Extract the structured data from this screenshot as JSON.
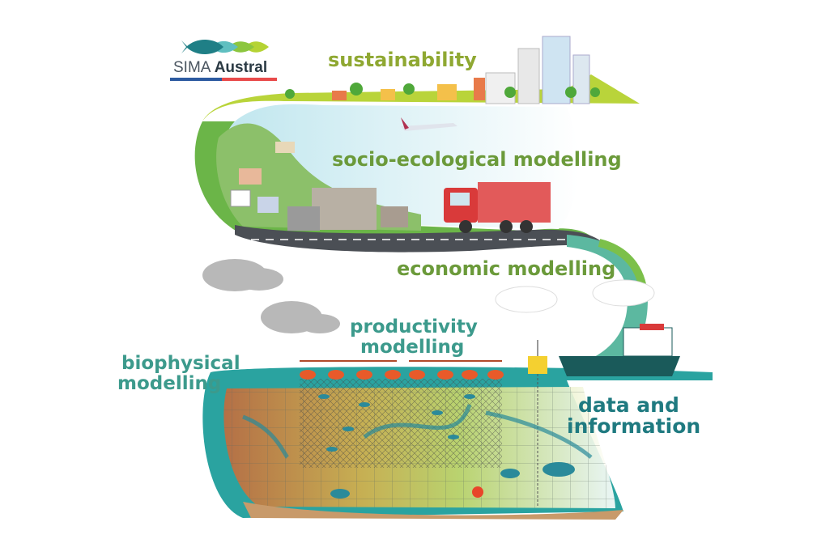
{
  "logo": {
    "name_light": "SIMA",
    "name_bold": "Austral",
    "colors": [
      "#1f7f86",
      "#5fbfc0",
      "#8cc63f",
      "#b5d334"
    ],
    "stripe_colors": [
      "#2c5aa0",
      "#e84a4a"
    ]
  },
  "labels": {
    "sustainability": "sustainability",
    "socio_ecological": "socio-ecological modelling",
    "economic": "economic modelling",
    "productivity_line1": "productivity",
    "productivity_line2": "modelling",
    "biophysical_line1": "biophysical",
    "biophysical_line2": "modelling",
    "data_line1": "data and",
    "data_line2": "information"
  },
  "colors": {
    "olive": "#8fa832",
    "green": "#6b9a3a",
    "teal": "#3c9a8c",
    "dark_teal": "#1f7a80",
    "band": "#7cc04a",
    "sea": "#2aa3a0"
  }
}
